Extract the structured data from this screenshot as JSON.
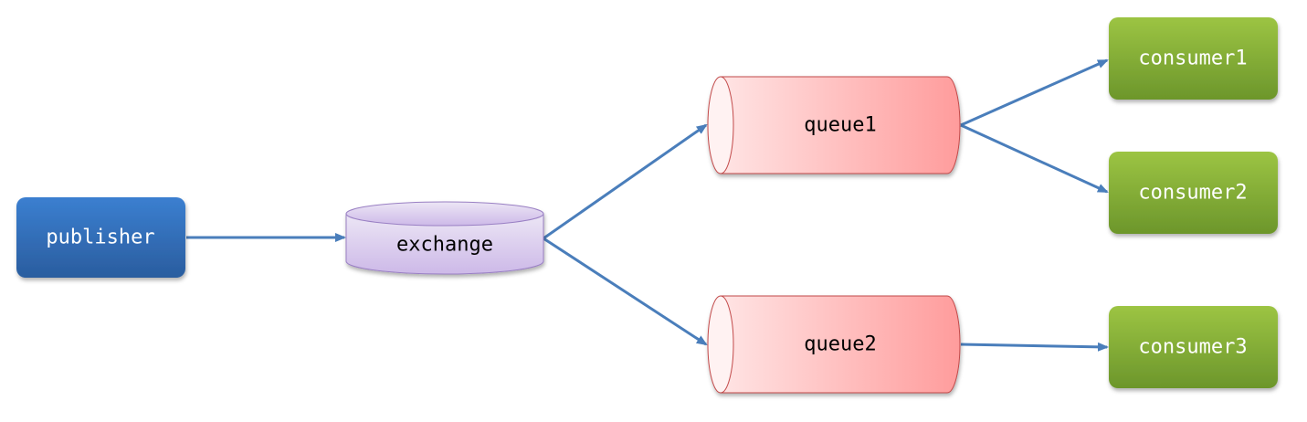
{
  "nodes": {
    "publisher": {
      "label": "publisher"
    },
    "exchange": {
      "label": "exchange"
    },
    "queue1": {
      "label": "queue1"
    },
    "queue2": {
      "label": "queue2"
    },
    "consumer1": {
      "label": "consumer1"
    },
    "consumer2": {
      "label": "consumer2"
    },
    "consumer3": {
      "label": "consumer3"
    }
  },
  "edges": [
    {
      "from": "publisher",
      "to": "exchange"
    },
    {
      "from": "exchange",
      "to": "queue1"
    },
    {
      "from": "exchange",
      "to": "queue2"
    },
    {
      "from": "queue1",
      "to": "consumer1"
    },
    {
      "from": "queue1",
      "to": "consumer2"
    },
    {
      "from": "queue2",
      "to": "consumer3"
    }
  ],
  "colors": {
    "publisher_fill_top": "#3b7fd0",
    "publisher_fill_bottom": "#2a5d9f",
    "exchange_fill_top": "#ece6f5",
    "exchange_fill_bottom": "#cdb9e8",
    "exchange_stroke": "#9a80c4",
    "queue_fill_left": "#ffe4e4",
    "queue_fill_right": "#ff9c9c",
    "queue_stroke": "#c24a4a",
    "consumer_fill_top": "#9cc443",
    "consumer_fill_bottom": "#6c962b",
    "arrow": "#4a7ebb"
  }
}
